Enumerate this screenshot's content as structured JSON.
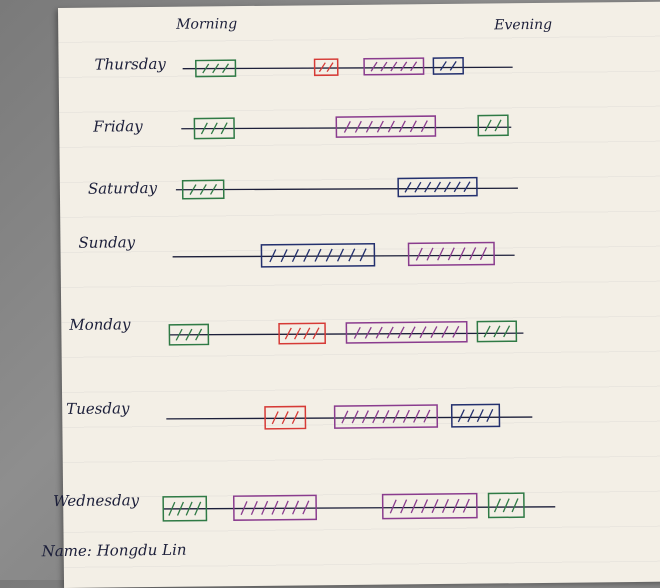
{
  "header": {
    "morning": "Morning",
    "evening": "Evening"
  },
  "footer": {
    "name": "Name: Hongdu Lin"
  },
  "colors": {
    "green": "#2f7a45",
    "red": "#d63a36",
    "purple": "#8a3c8e",
    "blue": "#23306e",
    "ink": "#1c1f3a"
  },
  "days": [
    {
      "label": "Thursday",
      "blocks": [
        {
          "color": "green",
          "start": 0.04,
          "end": 0.16
        },
        {
          "color": "red",
          "start": 0.4,
          "end": 0.47
        },
        {
          "color": "purple",
          "start": 0.55,
          "end": 0.73
        },
        {
          "color": "blue",
          "start": 0.76,
          "end": 0.85
        }
      ]
    },
    {
      "label": "Friday",
      "blocks": [
        {
          "color": "green",
          "start": 0.04,
          "end": 0.16
        },
        {
          "color": "purple",
          "start": 0.47,
          "end": 0.77
        },
        {
          "color": "green",
          "start": 0.9,
          "end": 0.99
        }
      ]
    },
    {
      "label": "Saturday",
      "blocks": [
        {
          "color": "green",
          "start": 0.02,
          "end": 0.14
        },
        {
          "color": "blue",
          "start": 0.65,
          "end": 0.88
        }
      ]
    },
    {
      "label": "Sunday",
      "blocks": [
        {
          "color": "blue",
          "start": 0.26,
          "end": 0.59
        },
        {
          "color": "purple",
          "start": 0.69,
          "end": 0.94
        }
      ]
    },
    {
      "label": "Monday",
      "blocks": [
        {
          "color": "green",
          "start": 0.0,
          "end": 0.11
        },
        {
          "color": "red",
          "start": 0.31,
          "end": 0.44
        },
        {
          "color": "purple",
          "start": 0.5,
          "end": 0.84
        },
        {
          "color": "green",
          "start": 0.87,
          "end": 0.98
        }
      ]
    },
    {
      "label": "Tuesday",
      "blocks": [
        {
          "color": "red",
          "start": 0.27,
          "end": 0.38
        },
        {
          "color": "purple",
          "start": 0.46,
          "end": 0.74
        },
        {
          "color": "blue",
          "start": 0.78,
          "end": 0.91
        }
      ]
    },
    {
      "label": "Wednesday",
      "blocks": [
        {
          "color": "green",
          "start": 0.0,
          "end": 0.11
        },
        {
          "color": "purple",
          "start": 0.18,
          "end": 0.39
        },
        {
          "color": "purple",
          "start": 0.56,
          "end": 0.8
        },
        {
          "color": "green",
          "start": 0.83,
          "end": 0.92
        }
      ]
    }
  ]
}
